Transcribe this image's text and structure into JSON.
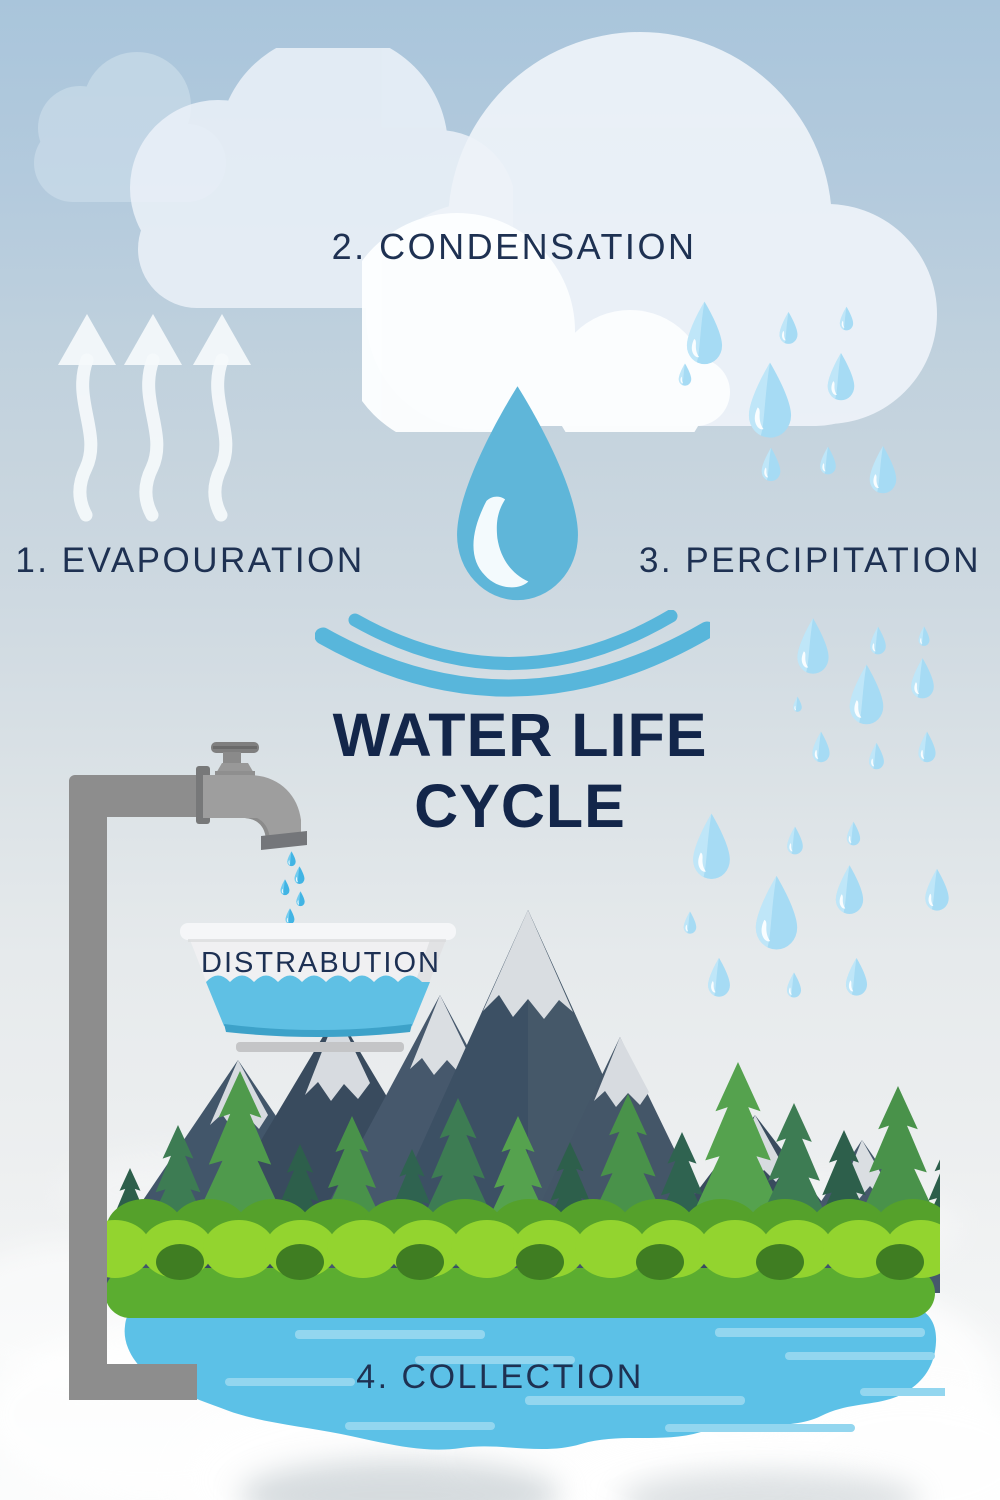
{
  "poster": {
    "title_line1": "WATER LIFE",
    "title_line2": "CYCLE",
    "labels": {
      "evaporation": "1. EVAPOURATION",
      "condensation": "2. CONDENSATION",
      "precipitation": "3. PERCIPITATION",
      "collection": "4. COLLECTION",
      "distribution": "DISTRABUTION"
    },
    "colors": {
      "navy": "#13264a",
      "label_navy": "#1e3152",
      "drop_blue": "#5fb6d9",
      "raindrop_blue": "#a6dbf4",
      "raindrop_light": "#cdecfa",
      "drip_blue": "#41b4e4",
      "ripple_blue": "#58b6db",
      "pool_blue": "#5cc1e7",
      "pool_streak": "#93d6ef",
      "basin_water": "#5fc0e4",
      "basin_water_dark": "#3da2c9",
      "ground_green": "#5bad30",
      "bush_bright": "#93d42f",
      "bush_dark": "#3f7d22",
      "pine_dark": "#2d5f4b",
      "pine_bright": "#55a24e",
      "mountain_slate": "#3c5064",
      "snow": "#d7dbe0",
      "pipe_gray": "#8d8d8d",
      "cloud_white": "#fcfeff",
      "sky_top": "#a9c5db"
    },
    "icons": {
      "raindrop-icon": "teardrop",
      "water-drop-icon": "large-teardrop-with-shine",
      "ripples-icon": "concentric-water-arcs",
      "evaporation-arrows-icon": "three-wavy-up-arrows",
      "cloud-icon": "rounded-cloud",
      "faucet-icon": "tap-with-valve-handle",
      "basin-icon": "water-basin-on-stand",
      "water-pool-icon": "water-puddle",
      "landscape-icon": "mountains-forest-ground"
    }
  }
}
